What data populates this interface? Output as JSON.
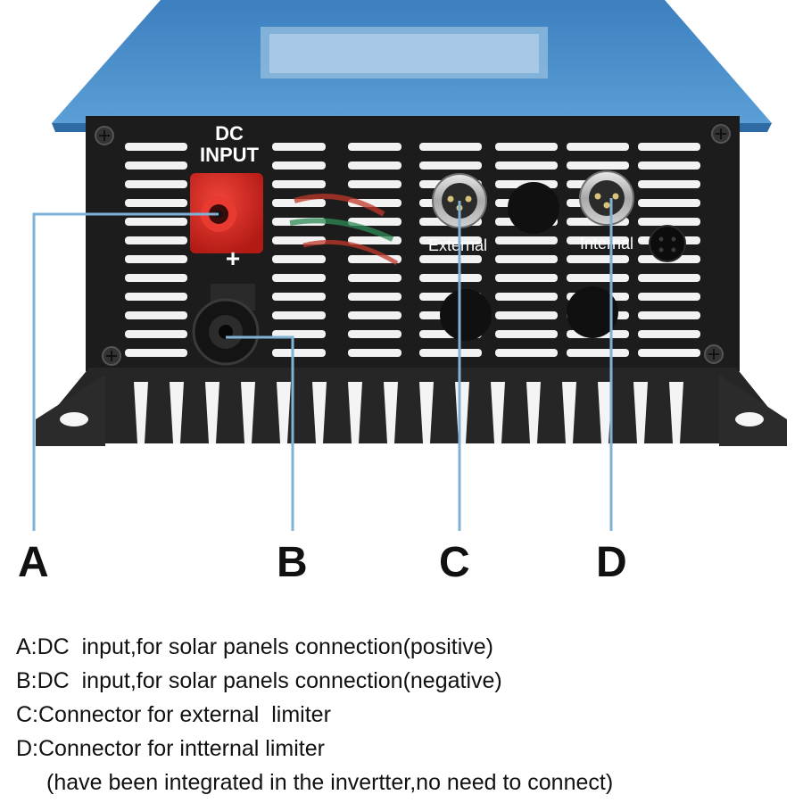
{
  "device": {
    "panel_label_line1": "DC",
    "panel_label_line2": "INPUT",
    "plus_sign": "+",
    "port_external_label": "External",
    "port_internal_label": "Internal"
  },
  "callouts": [
    {
      "letter": "A"
    },
    {
      "letter": "B"
    },
    {
      "letter": "C"
    },
    {
      "letter": "D"
    }
  ],
  "legend": [
    "A:DC  input,for solar panels connection(positive)",
    "B:DC  input,for solar panels connection(negative)",
    "C:Connector for external  limiter",
    "D:Connector for intternal limiter",
    "(have been integrated in the invertter,no need to connect)"
  ],
  "colors": {
    "housing_blue": "#4a8fc8",
    "panel_black": "#1c1c1c",
    "terminal_red": "#d8261f",
    "leader_line": "#7fb2d6"
  }
}
